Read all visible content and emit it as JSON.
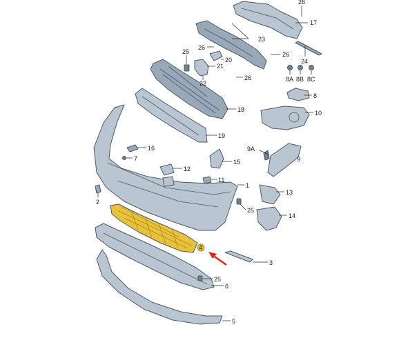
{
  "diagram": {
    "highlight_color": "#e8c23a",
    "arrow_color": "#e0251b",
    "part_color": "#b9c6d2",
    "labels": {
      "p26a": "26",
      "p17": "17",
      "p23": "23",
      "p25a": "25",
      "p26b": "26",
      "p20": "20",
      "p21": "21",
      "p22": "22",
      "p26c": "26",
      "p24": "24",
      "p26d": "26",
      "p8A": "8A",
      "p8B": "8B",
      "p8C": "8C",
      "p8": "8",
      "p18": "18",
      "p10": "10",
      "p19": "19",
      "p16": "16",
      "p7": "7",
      "p12": "12",
      "p15": "15",
      "p9A": "9A",
      "p9": "9",
      "p11": "11",
      "p1": "1",
      "p13": "13",
      "p2": "2",
      "p25b": "25",
      "p14": "14",
      "p4": "4",
      "p3": "3",
      "p25c": "25",
      "p6": "6",
      "p5": "5"
    }
  }
}
